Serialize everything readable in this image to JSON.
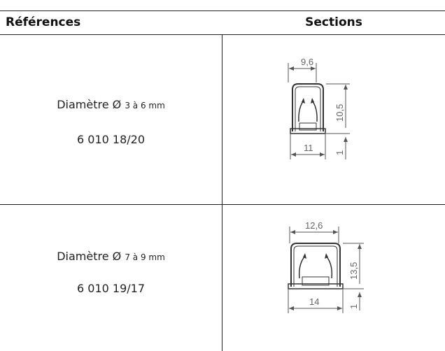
{
  "table": {
    "headers": {
      "references": "Références",
      "sections": "Sections"
    },
    "rows": [
      {
        "diam_prefix": "Diamètre Ø",
        "diam_range": "3 à 6 mm",
        "reference": "6 010 18/20",
        "dims": {
          "top_width": "9,6",
          "height": "10,5",
          "bottom_width": "11",
          "base": "1"
        }
      },
      {
        "diam_prefix": "Diamètre Ø",
        "diam_range": "7 à 9 mm",
        "reference": "6 010 19/17",
        "dims": {
          "top_width": "12,6",
          "height": "13,5",
          "bottom_width": "14",
          "base": "1"
        }
      }
    ]
  }
}
